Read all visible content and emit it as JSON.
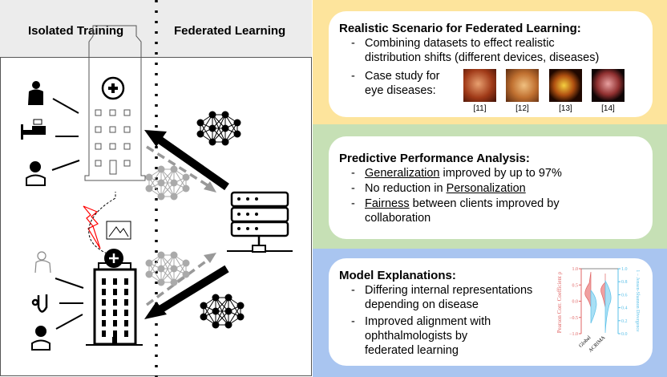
{
  "left": {
    "isolated_label": "Isolated Training",
    "federated_label": "Federated Learning"
  },
  "panel1": {
    "title": "Realistic Scenario for Federated Learning:",
    "bullets": [
      "Combining datasets to effect realistic",
      "distribution shifts (different devices, diseases)",
      "Case study for",
      "eye diseases:"
    ],
    "refs": [
      "[11]",
      "[12]",
      "[13]",
      "[14]"
    ],
    "color": "#fde49c"
  },
  "panel2": {
    "title": "Predictive Performance Analysis:",
    "b1_u": "Generalization",
    "b1_rest": " improved by up to 97%",
    "b2_pre": "No reduction in ",
    "b2_u": "Personalization",
    "b3_u": "Fairness",
    "b3_rest": " between clients improved by",
    "b3_line2": "collaboration",
    "color": "#c6e0b5"
  },
  "panel3": {
    "title": "Model Explanations:",
    "bullets": [
      "Differing internal representations",
      "depending on disease",
      "Improved alignment with",
      "ophthalmologists by",
      "federated learning"
    ],
    "color": "#a9c5f0"
  },
  "mini_plot": {
    "left_axis": "Pearson Corr. Coefficient ρ",
    "right_axis": "1 − Jensen-Shannon Divergence",
    "left_ticks": [
      "1.0",
      "0.5",
      "0.0",
      "−0.5",
      "−1.0"
    ],
    "right_ticks": [
      "1.0",
      "0.8",
      "0.6",
      "0.4",
      "0.2",
      "0.0"
    ],
    "categories": [
      "Global",
      "ACRIMA"
    ],
    "colors": {
      "left": "#e06666",
      "right": "#5bc0e8"
    }
  }
}
